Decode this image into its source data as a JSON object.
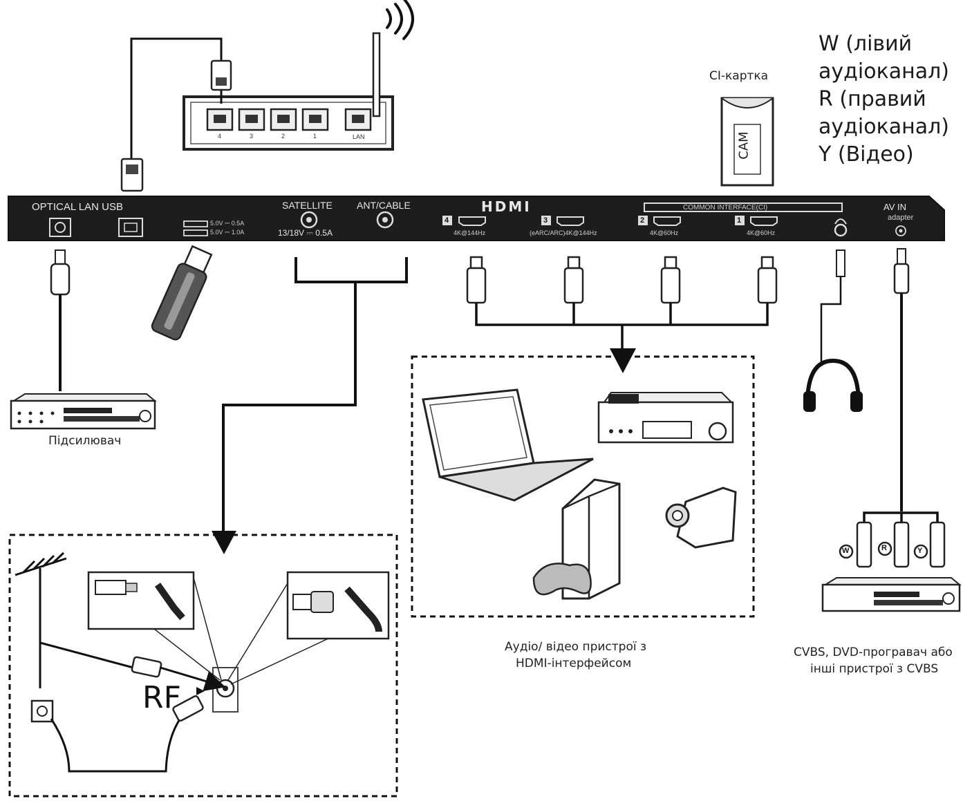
{
  "panel": {
    "optical_lan_usb": "OPTICAL LAN USB",
    "usb_spec_1": "5.0V ⎓ 0.5A",
    "usb_spec_2": "5.0V ⎓ 1.0A",
    "satellite": "SATELLITE",
    "satellite_spec": "13/18V ⎓ 0.5A",
    "ant_cable": "ANT/CABLE",
    "hdmi_logo": "HDMI",
    "hdmi_ports": [
      {
        "num": "4",
        "spec": "4K@144Hz"
      },
      {
        "num": "3",
        "spec": "(eARC/ARC)4K@144Hz"
      },
      {
        "num": "2",
        "spec": "4K@60Hz"
      },
      {
        "num": "1",
        "spec": "4K@60Hz"
      }
    ],
    "common_interface": "COMMON INTERFACE(CI)",
    "av_in": "AV IN",
    "adapter": "adapter"
  },
  "router": {
    "ports": [
      "4",
      "3",
      "2",
      "1"
    ],
    "lan": "LAN"
  },
  "ci_card": {
    "label": "CI-картка",
    "cam": "CAM"
  },
  "legend": "W (лівий\nаудіоканал)\nR (правий\nаудіоканал)\nY (Відео)",
  "amplifier_label": "Підсилювач",
  "hdmi_devices_caption_1": "Аудіо/ відео пристрої з",
  "hdmi_devices_caption_2": "HDMI-інтерфейсом",
  "cvbs_caption_1": "CVBS, DVD-програвач або",
  "cvbs_caption_2": "інші пристрої з CVBS",
  "rca_letters": [
    "W",
    "R",
    "Y"
  ],
  "rf_label": "RF"
}
